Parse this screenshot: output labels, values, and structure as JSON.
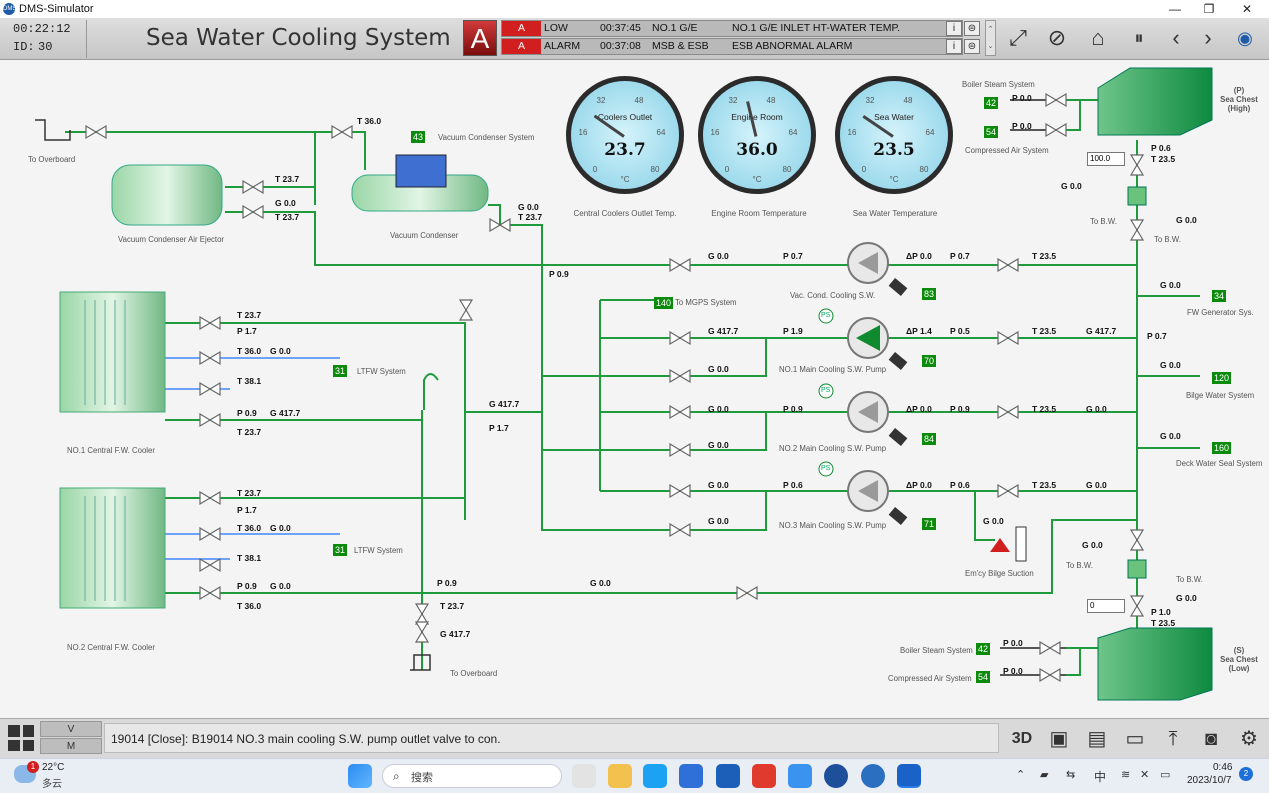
{
  "window": {
    "title": "DMS-Simulator",
    "app_icon": "DMS"
  },
  "header": {
    "time": "00:22:12",
    "id_label": "ID:",
    "id_value": "30",
    "title": "Sea Water Cooling System",
    "alarm_icon": "A",
    "alarms": [
      {
        "tag": "A",
        "level": "LOW",
        "time": "00:37:45",
        "source": "NO.1 G/E",
        "text": "NO.1 G/E INLET HT-WATER TEMP."
      },
      {
        "tag": "A",
        "level": "ALARM",
        "time": "00:37:08",
        "source": "MSB & ESB",
        "text": "ESB ABNORMAL ALARM"
      }
    ]
  },
  "gauges": [
    {
      "title": "Coolers Outlet",
      "value": "23.7",
      "unit": "°C",
      "caption": "Central Coolers Outlet Temp.",
      "ticks": [
        "0",
        "16",
        "32",
        "48",
        "64",
        "80"
      ],
      "reading": 23.7
    },
    {
      "title": "Engine Room",
      "value": "36.0",
      "unit": "°C",
      "caption": "Engine Room Temperature",
      "ticks": [
        "0",
        "16",
        "32",
        "48",
        "64",
        "80"
      ],
      "reading": 36.0
    },
    {
      "title": "Sea Water",
      "value": "23.5",
      "unit": "°C",
      "caption": "Sea Water Temperature",
      "ticks": [
        "0",
        "16",
        "32",
        "48",
        "64",
        "80"
      ],
      "reading": 23.5
    }
  ],
  "labels": {
    "to_overboard_top": "To Overboard",
    "to_overboard_bottom": "To Overboard",
    "air_ejector": "Vacuum Condenser Air Ejector",
    "vacuum_condenser": "Vacuum Condenser",
    "vacuum_condenser_system": "Vacuum Condenser System",
    "cooler1": "NO.1 Central F.W. Cooler",
    "cooler2": "NO.2 Central F.W. Cooler",
    "ltfw1": "LTFW System",
    "ltfw2": "LTFW System",
    "to_mgps": "To MGPS System",
    "vac_pump": "Vac. Cond. Cooling S.W.",
    "pump1": "NO.1 Main Cooling S.W. Pump",
    "pump2": "NO.2 Main Cooling S.W. Pump",
    "pump3": "NO.3 Main Cooling S.W. Pump",
    "emcy_bilge": "Em'cy Bilge Suction",
    "boiler_steam_top": "Boiler Steam System",
    "compressed_air_top": "Compressed Air System",
    "boiler_steam_bottom": "Boiler Steam System",
    "compressed_air_bottom": "Compressed Air System",
    "sea_chest_high": "(P)\nSea Chest\n(High)",
    "sea_chest_low": "(S)\nSea Chest\n(Low)",
    "fw_generator": "FW Generator Sys.",
    "bilge_water": "Bilge Water System",
    "deck_water": "Deck Water Seal System",
    "to_bw_1": "To B.W.",
    "to_bw_2": "To B.W.",
    "to_bw_3": "To B.W.",
    "to_bw_4": "To B.W.",
    "ps": "PS"
  },
  "badges": {
    "b43": "43",
    "b140": "140",
    "b31a": "31",
    "b31b": "31",
    "b83": "83",
    "b70": "70",
    "b84": "84",
    "b71": "71",
    "b42a": "42",
    "b54a": "54",
    "b42b": "42",
    "b54b": "54",
    "b34": "34",
    "b120": "120",
    "b160": "160"
  },
  "inputs": {
    "sea_chest_high_setpoint": "100.0",
    "sea_chest_low_setpoint": "0"
  },
  "readings": {
    "t36_0_top": "T 36.0",
    "t23_7_ej": "T 23.7",
    "g0_0_ej": "G 0.0",
    "t23_7_ej2": "T 23.7",
    "g0_0_vc": "G 0.0",
    "t23_7_vc": "T 23.7",
    "p0_9_main": "P 0.9",
    "c1_t23_7": "T 23.7",
    "c1_p1_7": "P 1.7",
    "c1_t36_0": "T 36.0",
    "c1_g0_0": "G 0.0",
    "c1_t38_1": "T 38.1",
    "c1_p0_9": "P 0.9",
    "c1_g417_7": "G 417.7",
    "c1_t23_7b": "T 23.7",
    "c2_t23_7": "T 23.7",
    "c2_p1_7": "P 1.7",
    "c2_t36_0": "T 36.0",
    "c2_g0_0": "G 0.0",
    "c2_t38_1": "T 38.1",
    "c2_p0_9": "P 0.9",
    "c2_g0_0b": "G 0.0",
    "c2_t36_0b": "T 36.0",
    "mid_g417_7": "G 417.7",
    "mid_p1_7": "P 1.7",
    "vac_g0_0": "G 0.0",
    "vac_p0_7": "P 0.7",
    "vac_dp": "ΔP 0.0",
    "vac_p0_7b": "P 0.7",
    "vac_t23_5": "T 23.5",
    "p1_g417_7": "G 417.7",
    "p1_p1_9": "P 1.9",
    "p1_dp": "ΔP 1.4",
    "p1_p0_5": "P 0.5",
    "p1_t23_5": "T 23.5",
    "p1_g417_7b": "G 417.7",
    "p1_ret_g": "G 0.0",
    "p2_g0_0": "G 0.0",
    "p2_p0_9": "P 0.9",
    "p2_dp": "ΔP 0.0",
    "p2_p0_9b": "P 0.9",
    "p2_t23_5": "T 23.5",
    "p2_g0_0b": "G 0.0",
    "p2_ret_g": "G 0.0",
    "p3_g0_0": "G 0.0",
    "p3_p0_6": "P 0.6",
    "p3_dp": "ΔP 0.0",
    "p3_p0_6b": "P 0.6",
    "p3_t23_5": "T 23.5",
    "p3_g0_0b": "G 0.0",
    "p3_ret_g": "G 0.0",
    "header_p0_7": "P 0.7",
    "fw_g0_0": "G 0.0",
    "bilge_g0_0": "G 0.0",
    "deck_g0_0": "G 0.0",
    "sch_p0_0a": "P 0.0",
    "sch_p0_0b": "P 0.0",
    "sch_p0_6": "P 0.6",
    "sch_t23_5": "T 23.5",
    "sch_g0_0a": "G 0.0",
    "sch_g0_0b": "G 0.0",
    "emcy_g0_0": "G 0.0",
    "scl_g0_0a": "G 0.0",
    "scl_g0_0b": "G 0.0",
    "scl_p1_0": "P 1.0",
    "scl_t23_5": "T 23.5",
    "scl_p0_0a": "P 0.0",
    "scl_p0_0b": "P 0.0",
    "ob_p0_9": "P 0.9",
    "ob_g0_0": "G 0.0",
    "ob_t23_7": "T 23.7",
    "ob_g417_7": "G 417.7"
  },
  "statusbar": {
    "v_label": "V",
    "m_label": "M",
    "message": "19014  [Close]: B19014 NO.3 main cooling S.W. pump outlet valve to con.",
    "btn_3d": "3D"
  },
  "taskbar": {
    "weather_temp": "22°C",
    "weather_desc": "多云",
    "weather_badge": "1",
    "search_placeholder": "搜索",
    "time": "0:46",
    "date": "2023/10/7",
    "notif_count": "2",
    "ime": "中"
  },
  "colors": {
    "pipe": "#1f9a3c",
    "pipe_blue": "#3f86ff",
    "badge": "#0c8a0c",
    "alarm": "#d11e1e",
    "gauge_face": "#9fdcf0"
  }
}
